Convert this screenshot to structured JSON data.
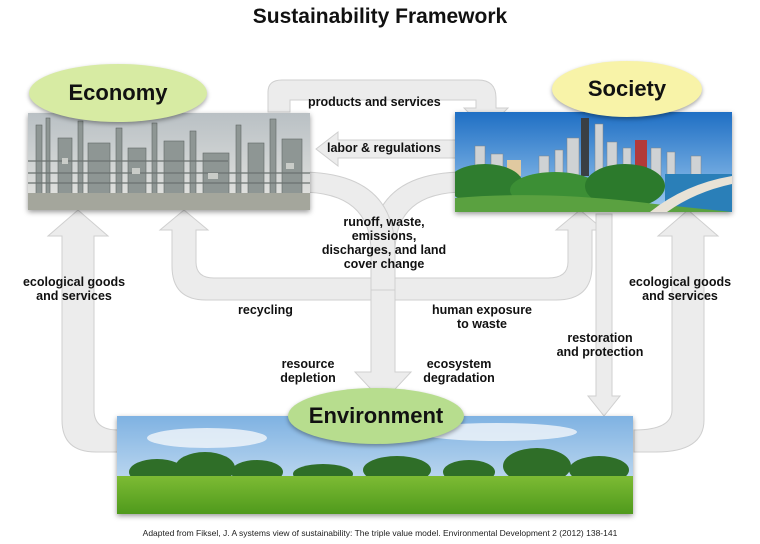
{
  "title": "Sustainability Framework",
  "nodes": {
    "economy": "Economy",
    "society": "Society",
    "environment": "Environment"
  },
  "flows": {
    "products_services": "products and services",
    "labor_regulations": "labor & regulations",
    "runoff": "runoff, waste, emissions, discharges, and land cover change",
    "runoff_lines": [
      "runoff, waste,",
      "emissions,",
      "discharges, and land",
      "cover change"
    ],
    "ecological_left_lines": [
      "ecological goods",
      "and services"
    ],
    "ecological_right_lines": [
      "ecological goods",
      "and services"
    ],
    "recycling": "recycling",
    "human_exposure_lines": [
      "human exposure",
      "to waste"
    ],
    "restoration_lines": [
      "restoration",
      "and protection"
    ],
    "resource_depletion_lines": [
      "resource",
      "depletion"
    ],
    "ecosystem_degradation_lines": [
      "ecosystem",
      "degradation"
    ]
  },
  "colors": {
    "economy_oval": "#d7eba3",
    "society_oval": "#f8f3a8",
    "environment_oval": "#b7dd8e",
    "arrow_fill": "#ececec",
    "arrow_stroke": "#c8c8c8"
  },
  "credit": "Adapted from Fiksel, J. A systems view of sustainability: The triple value model. Environmental Development 2 (2012) 138-141"
}
